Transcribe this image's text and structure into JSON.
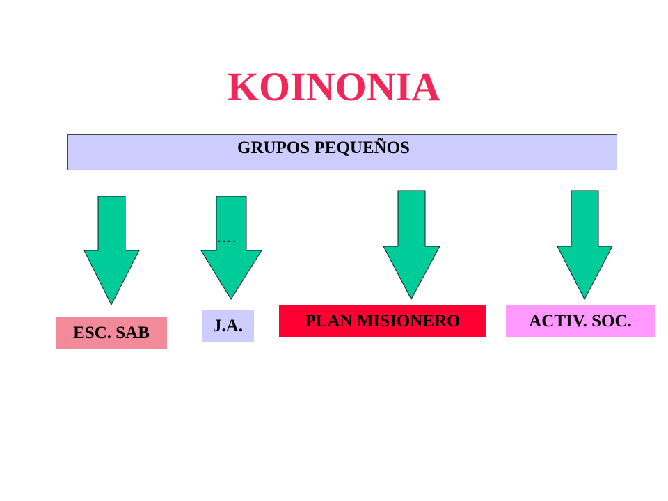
{
  "title": "KOINONIA",
  "banner": {
    "label": "GRUPOS PEQUEÑOS"
  },
  "dots": "….",
  "boxes": {
    "esc_sab": "ESC. SAB",
    "ja": "J.A.",
    "plan_misionero": "PLAN MISIONERO",
    "activ_soc": "ACTIV. SOC."
  },
  "colors": {
    "title": "#f0285a",
    "banner_fill": "#ccccff",
    "arrow_fill": "#00cc99",
    "esc_sab_fill": "#f28a9a",
    "ja_fill": "#ccccff",
    "plan_misionero_fill": "#ff0033",
    "activ_soc_fill": "#ff99ff"
  }
}
